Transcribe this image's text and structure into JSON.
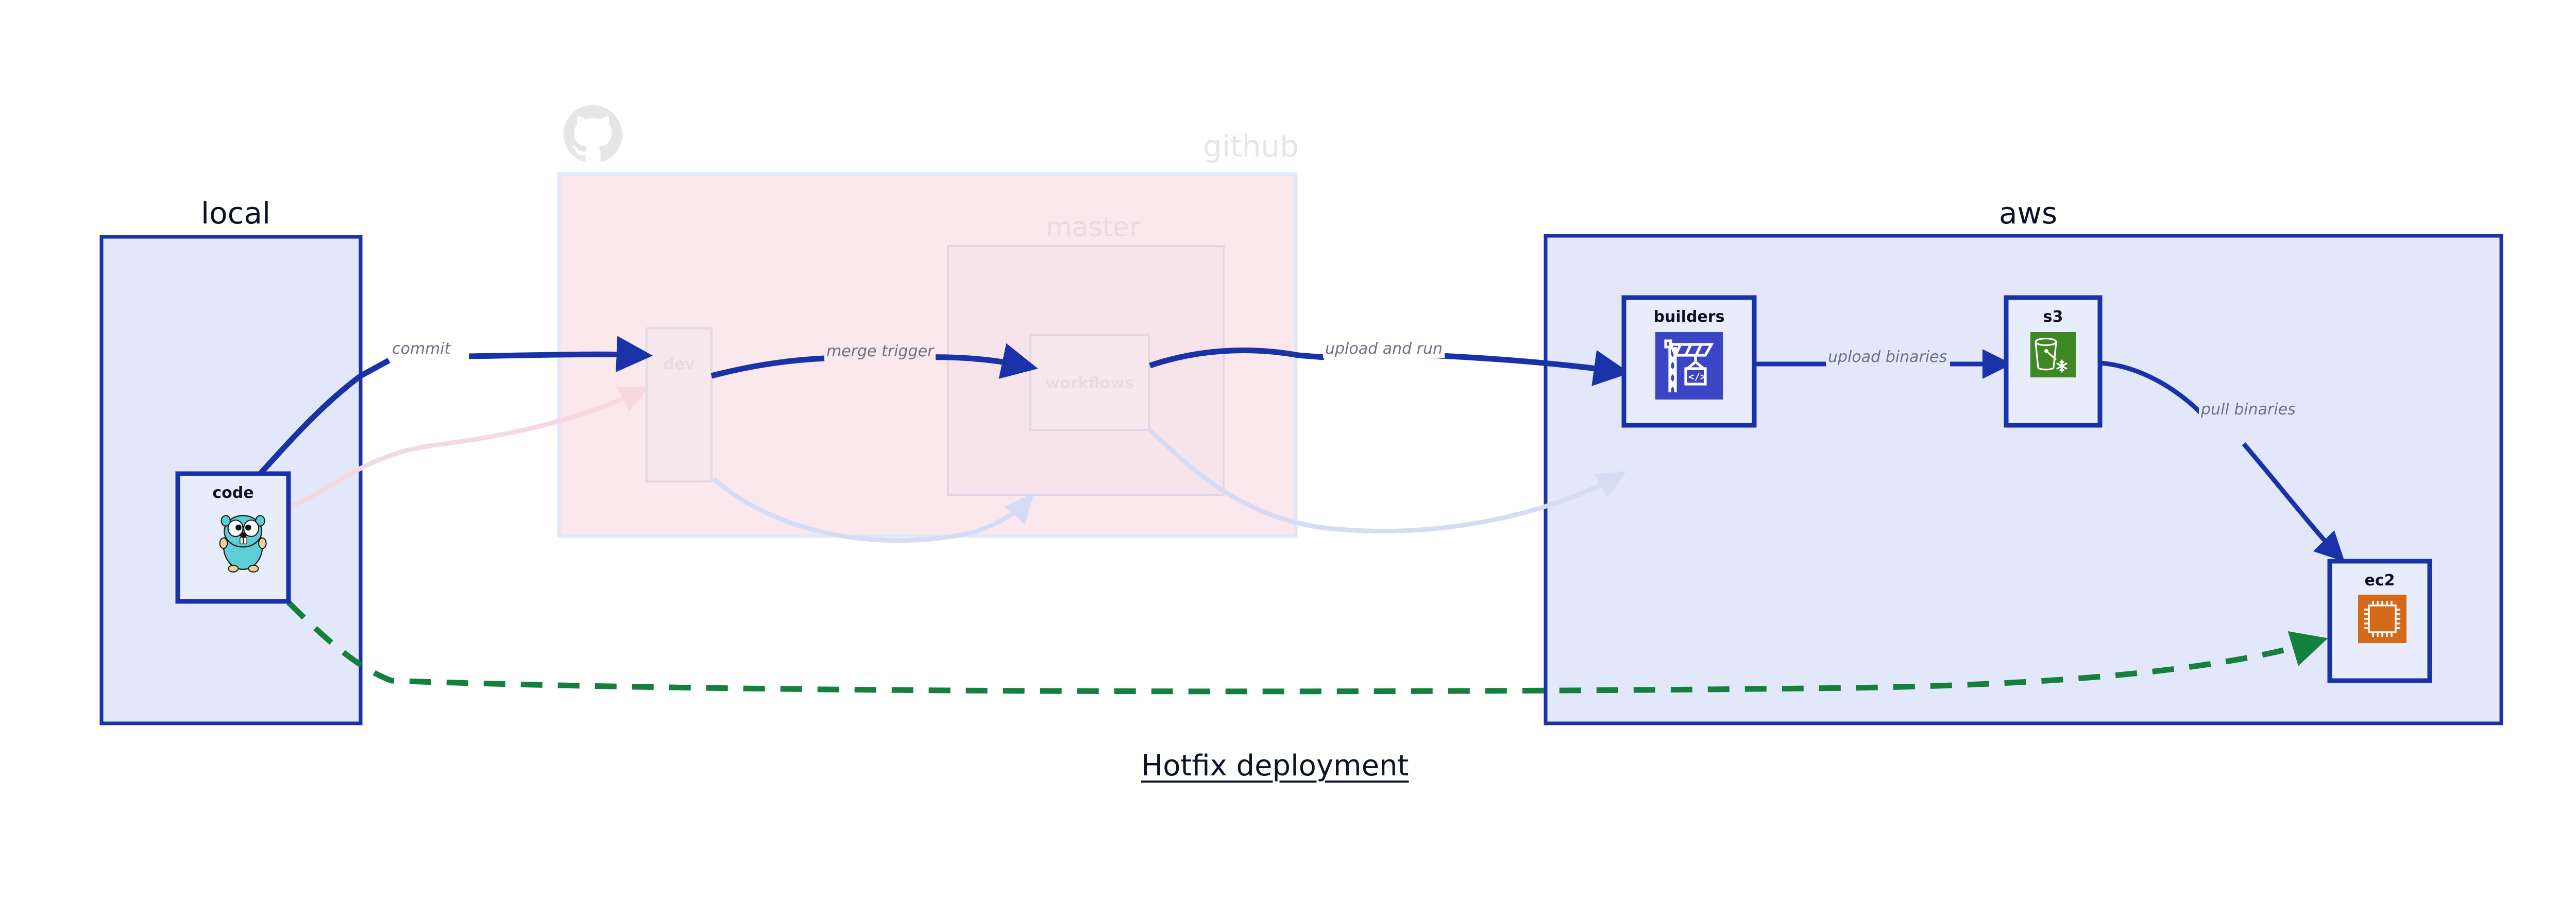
{
  "title": "Hotfix deployment",
  "clusters": [
    {
      "id": "local",
      "label": "local",
      "style": "solid"
    },
    {
      "id": "github",
      "label": "github",
      "style": "faded"
    },
    {
      "id": "master",
      "label": "master",
      "style": "faded"
    },
    {
      "id": "aws",
      "label": "aws",
      "style": "solid"
    }
  ],
  "nodes": [
    {
      "id": "code",
      "label": "code",
      "icon": "go-gopher-icon",
      "state": "active"
    },
    {
      "id": "dev",
      "label": "dev",
      "icon": "git-branch-icon",
      "state": "faded"
    },
    {
      "id": "workflows",
      "label": "workflows",
      "icon": "workflow-icon",
      "state": "faded"
    },
    {
      "id": "builders",
      "label": "builders",
      "icon": "aws-codebuild-icon",
      "state": "active"
    },
    {
      "id": "s3",
      "label": "s3",
      "icon": "aws-s3-glacier-icon",
      "state": "active"
    },
    {
      "id": "ec2",
      "label": "ec2",
      "icon": "aws-ec2-icon",
      "state": "active"
    }
  ],
  "edges": [
    {
      "from": "code",
      "to": "dev",
      "label": "commit",
      "state": "active"
    },
    {
      "from": "dev",
      "to": "workflows",
      "label": "merge trigger",
      "state": "active"
    },
    {
      "from": "workflows",
      "to": "builders",
      "label": "upload and run",
      "state": "active"
    },
    {
      "from": "builders",
      "to": "s3",
      "label": "upload binaries",
      "state": "active"
    },
    {
      "from": "s3",
      "to": "ec2",
      "label": "pull binaries",
      "state": "active"
    },
    {
      "from": "code",
      "to": "ec2",
      "label": "",
      "state": "dashed-green"
    },
    {
      "from": "code",
      "to": "dev",
      "label": "",
      "state": "faded-pink"
    },
    {
      "from": "dev",
      "to": "workflows",
      "label": "",
      "state": "faded-blue"
    },
    {
      "from": "workflows",
      "to": "builders",
      "label": "",
      "state": "faded-blue"
    }
  ],
  "icons": {
    "github_logo": "github-octocat-icon"
  },
  "colors": {
    "accent_blue": "#1a32a8",
    "cluster_fill_blue": "#e2e8fa",
    "cluster_fill_pink": "#fae8ec",
    "node_fill": "#e8edfb",
    "edge_label_gray": "#6b7280",
    "dashed_green": "#15803d",
    "ec2_orange": "#d4691a",
    "s3_green": "#3f8624",
    "builders_indigo": "#3b46c4",
    "faded_gray": "#e6e6e6"
  }
}
